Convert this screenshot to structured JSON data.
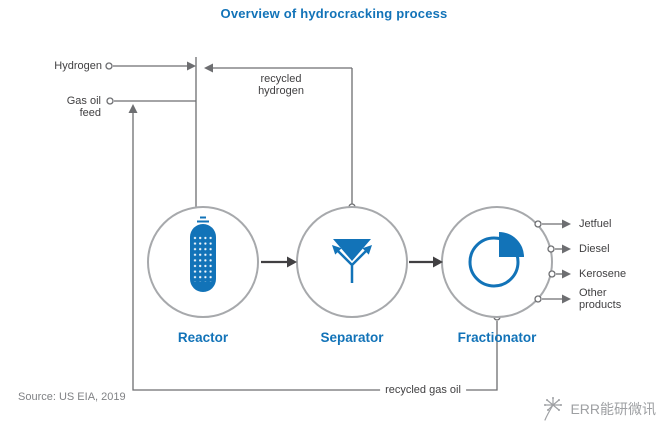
{
  "title": "Overview of hydrocracking process",
  "feeds": {
    "hydrogen": "Hydrogen",
    "gas_oil": "Gas oil feed"
  },
  "recycles": {
    "hydrogen": "recycled hydrogen",
    "gas_oil": "recycled gas oil"
  },
  "units": {
    "reactor": "Reactor",
    "separator": "Separator",
    "fractionator": "Fractionator"
  },
  "outputs": [
    {
      "label": "Jetfuel"
    },
    {
      "label": "Diesel"
    },
    {
      "label": "Kerosene"
    },
    {
      "label": "Other products"
    }
  ],
  "source": "Source: US EIA, 2019",
  "watermark": "ERR能研微讯",
  "icons": {
    "reactor": "vessel-icon",
    "separator": "funnel-split-icon",
    "fractionator": "pie-chart-icon",
    "watermark": "dandelion-icon"
  },
  "colors": {
    "accent": "#1273b8",
    "line": "#6d6e71",
    "dark": "#414042",
    "circle": "#a7a9ac",
    "text": "#414042",
    "muted": "#808285",
    "watermark": "#9ea0a3",
    "bg": "#ffffff"
  }
}
